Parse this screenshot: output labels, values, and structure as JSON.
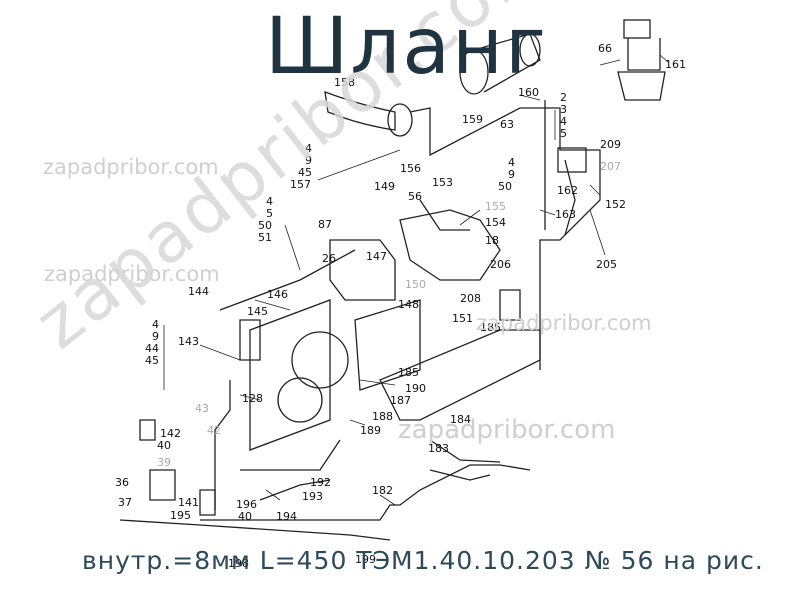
{
  "title": "Шланг",
  "caption": "внутр.=8мм L=450  ТЭМ1.40.10.203 № 56 на рис.",
  "watermarks": {
    "small": "zapadpribor.com",
    "large": "zapadpribor.com"
  },
  "callouts": {
    "c66": "66",
    "c161": "161",
    "c158": "158",
    "c159": "159",
    "c160": "160",
    "c63": "63",
    "c2": "2",
    "c3": "3",
    "c4a": "4",
    "c5a": "5",
    "c209": "209",
    "c207": "207",
    "c4b": "4",
    "c9b": "9",
    "c45b": "45",
    "c157": "157",
    "c156": "156",
    "c4c": "4",
    "c9c": "9",
    "c50c": "50",
    "c162": "162",
    "c152": "152",
    "c149": "149",
    "c153": "153",
    "c56": "56",
    "c155": "155",
    "c154": "154",
    "c18": "18",
    "c163": "163",
    "c206": "206",
    "c205": "205",
    "c4d": "4",
    "c5d": "5",
    "c50d": "50",
    "c51d": "51",
    "c87": "87",
    "c26": "26",
    "c147": "147",
    "c150": "150",
    "c148": "148",
    "c208": "208",
    "c151": "151",
    "c185a": "185",
    "c144": "144",
    "c146": "146",
    "c145": "145",
    "c4e": "4",
    "c9e": "9",
    "c44e": "44",
    "c45e": "45",
    "c143": "143",
    "c185b": "185",
    "c190": "190",
    "c187": "187",
    "c128": "128",
    "c188": "188",
    "c189": "189",
    "c184": "184",
    "c183": "183",
    "c43": "43",
    "c42": "42",
    "c142": "142",
    "c40a": "40",
    "c39": "39",
    "c36": "36",
    "c37": "37",
    "c141": "141",
    "c195": "195",
    "c196": "196",
    "c40b": "40",
    "c192": "192",
    "c193": "193",
    "c194": "194",
    "c182": "182",
    "c198": "198",
    "c199": "199"
  }
}
